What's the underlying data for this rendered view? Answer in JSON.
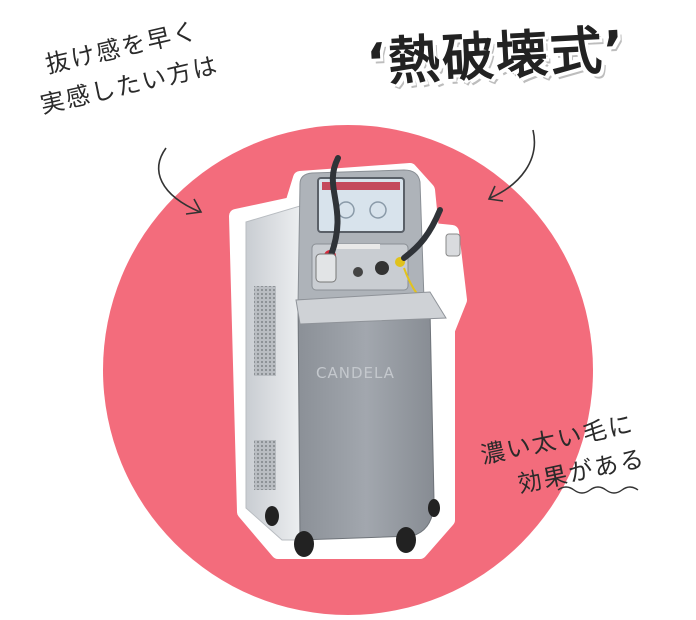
{
  "title": "‘熱破壊式’",
  "note_left": {
    "line1": "抜け感を早く",
    "line2": "実感したい方は"
  },
  "note_right": {
    "line1": "濃い太い毛に",
    "line2": "効果がある"
  },
  "device_brand": "CANDELA",
  "colors": {
    "circle": "#f36c7c",
    "device_body": "#8f959c",
    "device_side": "#dcdfe3",
    "text": "#222222"
  }
}
